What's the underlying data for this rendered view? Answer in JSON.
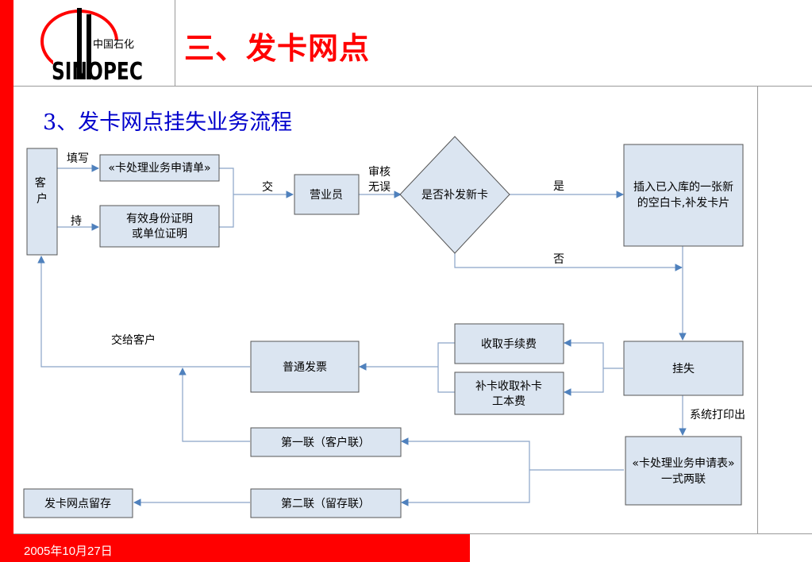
{
  "header": {
    "logo_chinese": "中国石化",
    "logo_latin": "SINOPEC",
    "title": "三、发卡网点"
  },
  "subtitle": "3、发卡网点挂失业务流程",
  "footer": {
    "date": "2005年10月27日"
  },
  "colors": {
    "accent_red": "#ff0000",
    "subtitle_blue": "#0000cc",
    "box_fill": "#dbe5f1",
    "box_stroke": "#555555",
    "arrow": "#4f81bd"
  },
  "flow": {
    "nodes": {
      "customer": "客户",
      "application_form": "«卡处理业务申请单»",
      "id_proof_line1": "有效身份证明",
      "id_proof_line2": "或单位证明",
      "clerk": "营业员",
      "decision": "是否补发新卡",
      "new_card_line1": "插入已入库的一张新",
      "new_card_line2": "的空白卡,补发卡片",
      "report_loss": "挂失",
      "handling_fee": "收取手续费",
      "reissue_fee_line1": "补卡收取补卡",
      "reissue_fee_line2": "工本费",
      "invoice": "普通发票",
      "form_print_line1": "«卡处理业务申请表»",
      "form_print_line2": "一式两联",
      "copy1": "第一联（客户联）",
      "copy2": "第二联（留存联）",
      "outlet_keep": "发卡网点留存"
    },
    "labels": {
      "fill": "填写",
      "hold": "持",
      "submit": "交",
      "review_line1": "审核",
      "review_line2": "无误",
      "yes": "是",
      "no": "否",
      "give_customer": "交给客户",
      "system_print": "系统打印出"
    }
  }
}
